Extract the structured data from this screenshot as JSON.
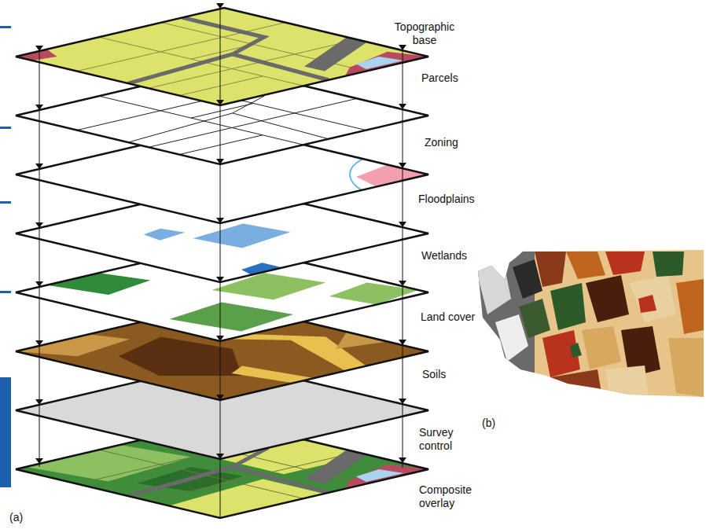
{
  "diagram": {
    "labels": [
      "Topographic base",
      "Parcels",
      "Zoning",
      "Floodplains",
      "Wetlands",
      "Land cover",
      "Soils",
      "Survey control",
      "Composite overlay",
      "(a)",
      "(b)"
    ]
  }
}
